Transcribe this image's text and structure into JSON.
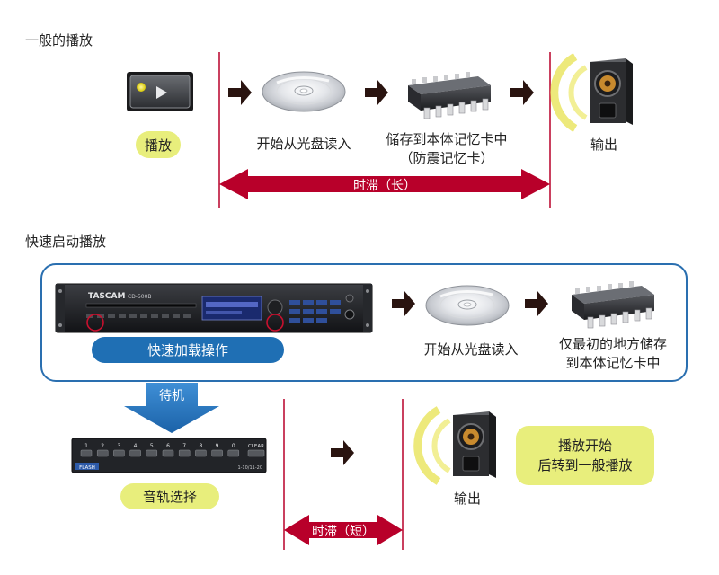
{
  "section_normal": {
    "title": "一般的播放",
    "play_label": "播放",
    "cd_read_label": "开始从光盘读入",
    "memory_label_line1": "储存到本体记忆卡中",
    "memory_label_line2": "（防震记忆卡）",
    "output_label": "输出",
    "delay_label": "时滞（长）"
  },
  "section_quick": {
    "title": "快速启动播放",
    "quick_load_label": "快速加载操作",
    "cd_read_label": "开始从光盘读入",
    "memory_label_line1": "仅最初的地方储存",
    "memory_label_line2": "到本体记忆卡中",
    "standby_label": "待机",
    "track_select_label": "音轨选择",
    "output_label": "输出",
    "delay_label": "时滞（短）",
    "start_note_line1": "播放开始",
    "start_note_line2": "后转到一般播放"
  },
  "device": {
    "brand": "TASCAM",
    "model": "CD-500B"
  },
  "keypad": {
    "keys": [
      "1",
      "2",
      "3",
      "4",
      "5",
      "6",
      "7",
      "8",
      "9",
      "0"
    ],
    "clear_label": "CLEAR",
    "flash_label": "FLASH",
    "range_label": "1-10/11-20"
  },
  "colors": {
    "accent_red": "#b8002a",
    "label_yellow": "#e8ee7c",
    "quick_blue": "#1f6fb4",
    "frame_blue": "#2a6fb0",
    "arrow_dark": "#2a1410"
  }
}
